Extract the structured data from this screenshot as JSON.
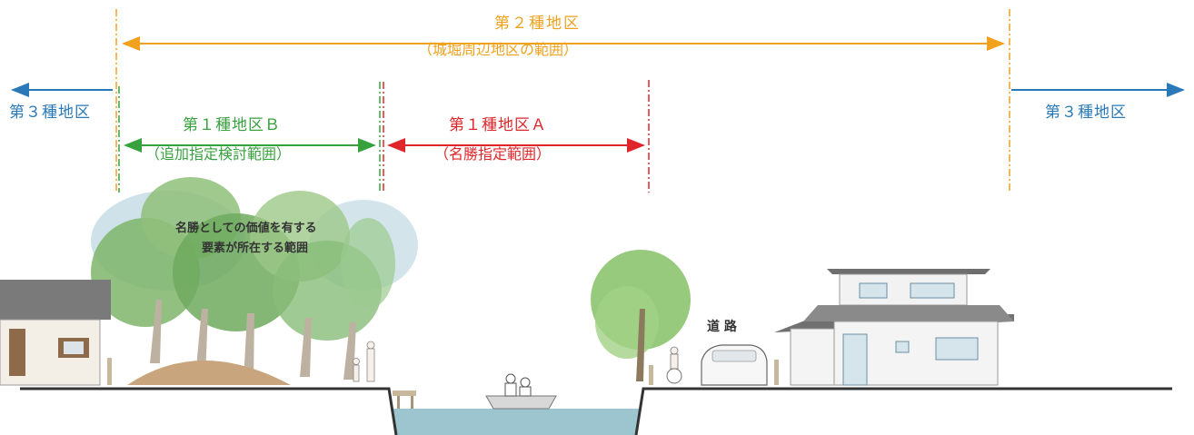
{
  "colors": {
    "zone2": "#F0A21E",
    "zone1b": "#37A13E",
    "zone1a": "#E0262A",
    "zone3": "#2979B8",
    "ground": "#333333",
    "water": "#9CC5CF",
    "tree": "#7DB66A",
    "house_roof": "#777777"
  },
  "zone2": {
    "title": "第２種地区",
    "subtitle": "（城堀周辺地区の範囲）"
  },
  "zone1b": {
    "title": "第１種地区Ｂ",
    "subtitle": "（追加指定検討範囲）"
  },
  "zone1a": {
    "title": "第１種地区Ａ",
    "subtitle": "（名勝指定範囲）"
  },
  "zone3_left": {
    "label": "第３種地区"
  },
  "zone3_right": {
    "label": "第３種地区"
  },
  "annotation": {
    "line1": "名勝としての価値を有する",
    "line2": "要素が所在する範囲"
  },
  "road_label": "道 路"
}
